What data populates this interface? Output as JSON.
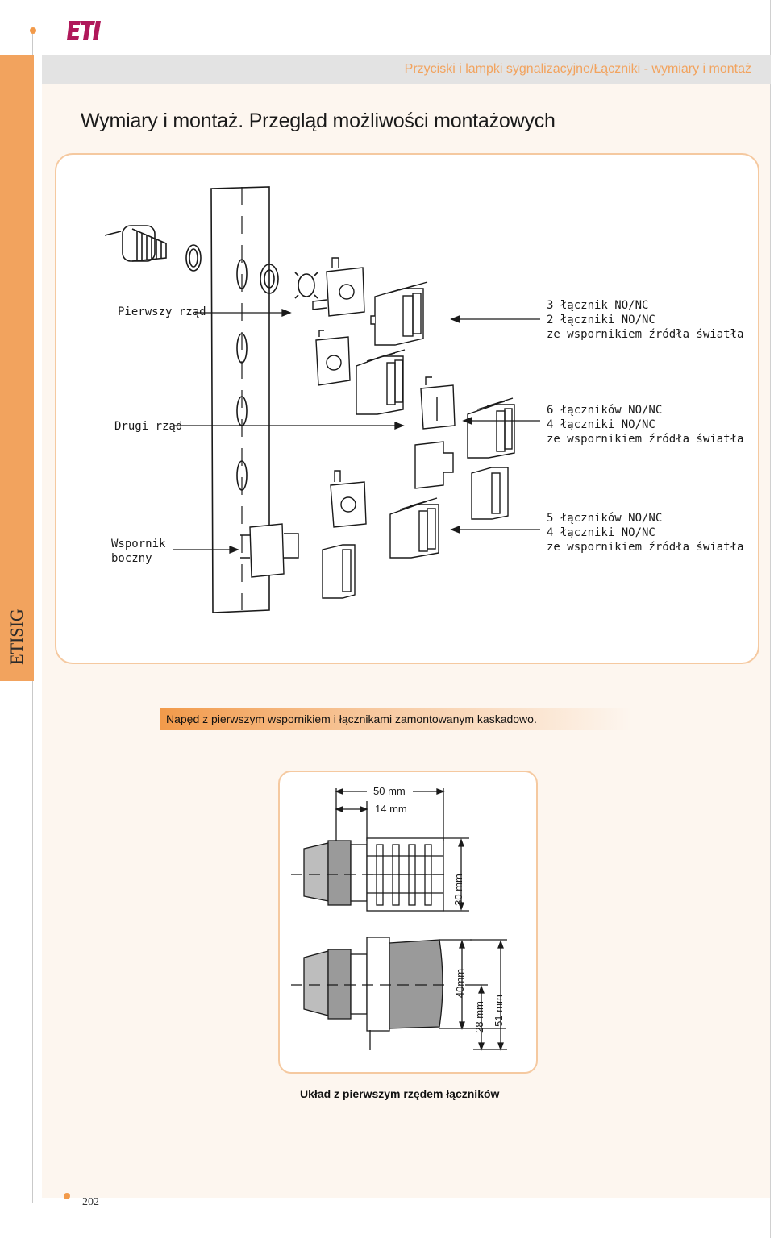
{
  "brand": {
    "logo_text": "ETI"
  },
  "header": {
    "title": "Przyciski  i lampki sygnalizacyjne/Łączniki - wymiary i montaż"
  },
  "sidebar": {
    "label": "ETISIG"
  },
  "page_title": "Wymiary i montaż. Przegląd możliwości montażowych",
  "diagram1": {
    "labels": {
      "first_row": "Pierwszy rząd",
      "second_row": "Drugi rząd",
      "side_bracket_line1": "Wspornik",
      "side_bracket_line2": "boczny"
    },
    "notes": {
      "first": [
        "3 łącznik NO/NC",
        "2 łączniki NO/NC",
        "ze wspornikiem źródła światła"
      ],
      "second": [
        "6 łączników NO/NC",
        "4 łączniki NO/NC",
        "ze wspornikiem źródła światła"
      ],
      "third": [
        "5 łączników NO/NC",
        "4 łączniki NO/NC",
        "ze wspornikiem źródła światła"
      ]
    }
  },
  "caption1": "Napęd z pierwszym wspornikiem i łącznikami zamontowanym kaskadowo.",
  "diagram2": {
    "dims": {
      "d50": "50 mm",
      "d14": "14 mm",
      "d30": "30 mm",
      "d40": "40mm",
      "d28": "28 mm",
      "d51": "51 mm"
    }
  },
  "caption2": "Układ z pierwszym rzędem łączników",
  "page_number": "202",
  "colors": {
    "accent": "#f2a35e",
    "brand": "#b0185a",
    "panel_border": "#f5c9a0",
    "header_bg": "#e3e3e3"
  }
}
